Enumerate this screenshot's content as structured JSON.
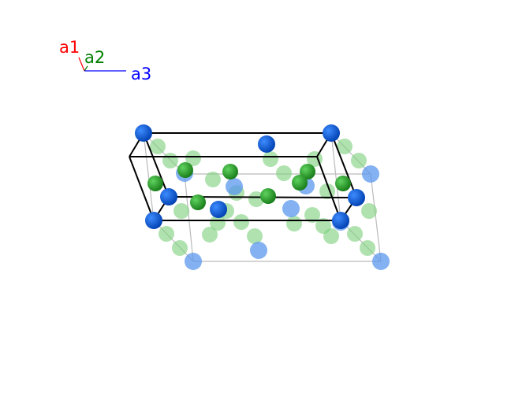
{
  "axes": {
    "a1": {
      "label": "a1",
      "color": "#ff0000"
    },
    "a2": {
      "label": "a2",
      "color": "#008000"
    },
    "a3": {
      "label": "a3",
      "color": "#0000ff"
    }
  },
  "colors": {
    "atom_blue": "#0a5ee6",
    "atom_green": "#2fa82f",
    "cell_line": "#000000",
    "supercell_line": "#bbbbbb"
  }
}
